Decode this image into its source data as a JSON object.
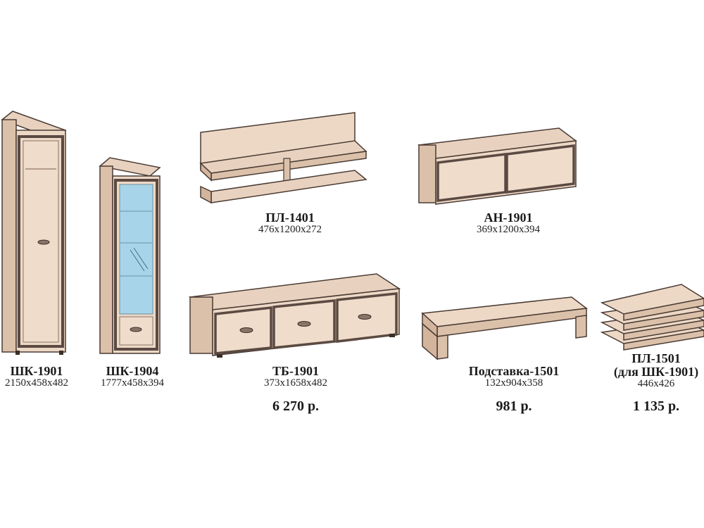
{
  "items": [
    {
      "code": "ШК-1901",
      "dims": "2150x458x482",
      "icon": "tall-wardrobe-icon"
    },
    {
      "code": "ШК-1904",
      "dims": "1777x458x394",
      "icon": "glass-cabinet-icon"
    },
    {
      "code": "ПЛ-1401",
      "dims": "476x1200x272",
      "icon": "wall-shelf-icon"
    },
    {
      "code": "АН-1901",
      "dims": "369x1200x394",
      "icon": "wall-cabinet-icon"
    },
    {
      "code": "ТБ-1901",
      "dims": "373x1658x482",
      "icon": "tv-stand-icon",
      "price": "6 270 р."
    },
    {
      "code": "Подставка-1501",
      "dims": "132x904x358",
      "icon": "low-stand-icon",
      "price": "981 р."
    },
    {
      "code": "ПЛ-1501",
      "code2": "(для ШК-1901)",
      "dims": "446x426",
      "icon": "shelves-stack-icon",
      "price": "1 135 р."
    }
  ],
  "colors": {
    "wood_light": "#edd8c6",
    "wood_side": "#dcc1aa",
    "outline": "#4a3b34",
    "frame_dark": "#5b4a42",
    "glass": "#a7d4e8"
  }
}
